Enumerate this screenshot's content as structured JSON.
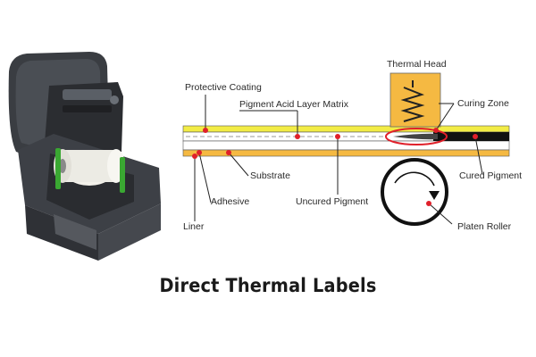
{
  "diagram": {
    "labels": {
      "thermal_head": "Thermal Head",
      "protective_coating": "Protective Coating",
      "pigment_acid_layer_matrix": "Pigment Acid Layer Matrix",
      "curing_zone": "Curing Zone",
      "cured_pigment": "Cured Pigment",
      "substrate": "Substrate",
      "adhesive": "Adhesive",
      "uncured_pigment": "Uncured Pigment",
      "platen_roller": "Platen Roller",
      "liner": "Liner"
    },
    "colors": {
      "thermal_head": "#f5b942",
      "yellow_layer": "#f2ec45",
      "orange_layer": "#f5b942",
      "marker": "#e0202a",
      "cured_band": "#111111",
      "curing_ellipse": "#e0202a"
    },
    "icons": [
      "thermal-head-coil-icon",
      "rotation-arrow-icon",
      "printer-illustration"
    ]
  },
  "caption": "Direct Thermal Labels"
}
